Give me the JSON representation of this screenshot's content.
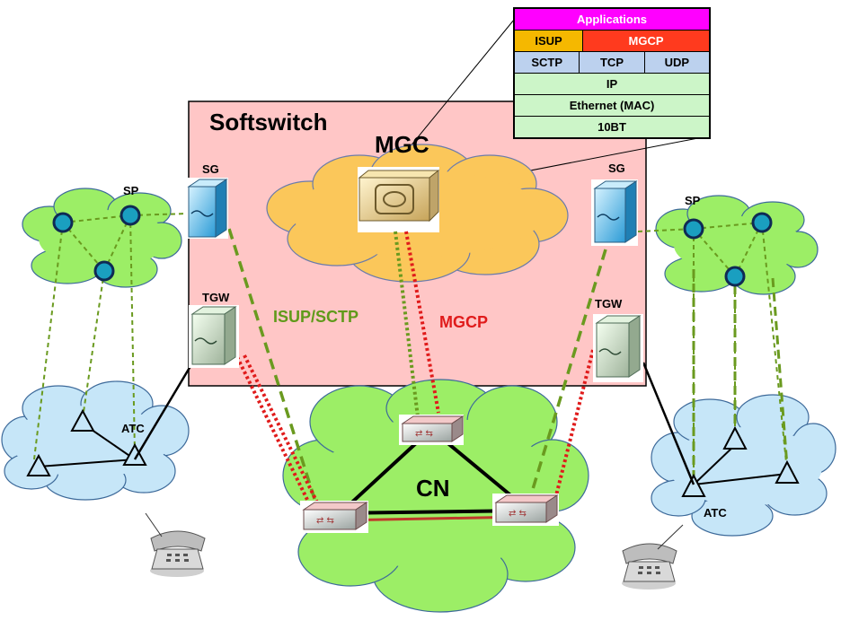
{
  "colors": {
    "softswitch_bg": "#ffc6c6",
    "green_cloud": "#9cee66",
    "blue_cloud": "#c6e6f8",
    "orange_cloud": "#fbc75a",
    "isup_sctp_link": "#6a9a1f",
    "mgcp_link": "#e01b1b",
    "applications": "#ff00ff",
    "isup": "#f5b800",
    "mgcp": "#ff3a1e",
    "transport": "#bcd1ee",
    "lower_layers": "#ccf5c8"
  },
  "labels": {
    "softswitch": "Softswitch",
    "mgc": "MGC",
    "sg_left": "SG",
    "sg_right": "SG",
    "tgw_left": "TGW",
    "tgw_right": "TGW",
    "sp_left": "SP",
    "sp_right": "SP",
    "atc_left": "ATC",
    "atc_right": "ATC",
    "isup_sctp": "ISUP/SCTP",
    "mgcp_link": "MGCP",
    "cn": "CN"
  },
  "protocol_stack": {
    "applications": "Applications",
    "isup": "ISUP",
    "mgcp": "MGCP",
    "sctp": "SCTP",
    "tcp": "TCP",
    "udp": "UDP",
    "ip": "IP",
    "ethernet": "Ethernet (MAC)",
    "phy": "10BT"
  }
}
